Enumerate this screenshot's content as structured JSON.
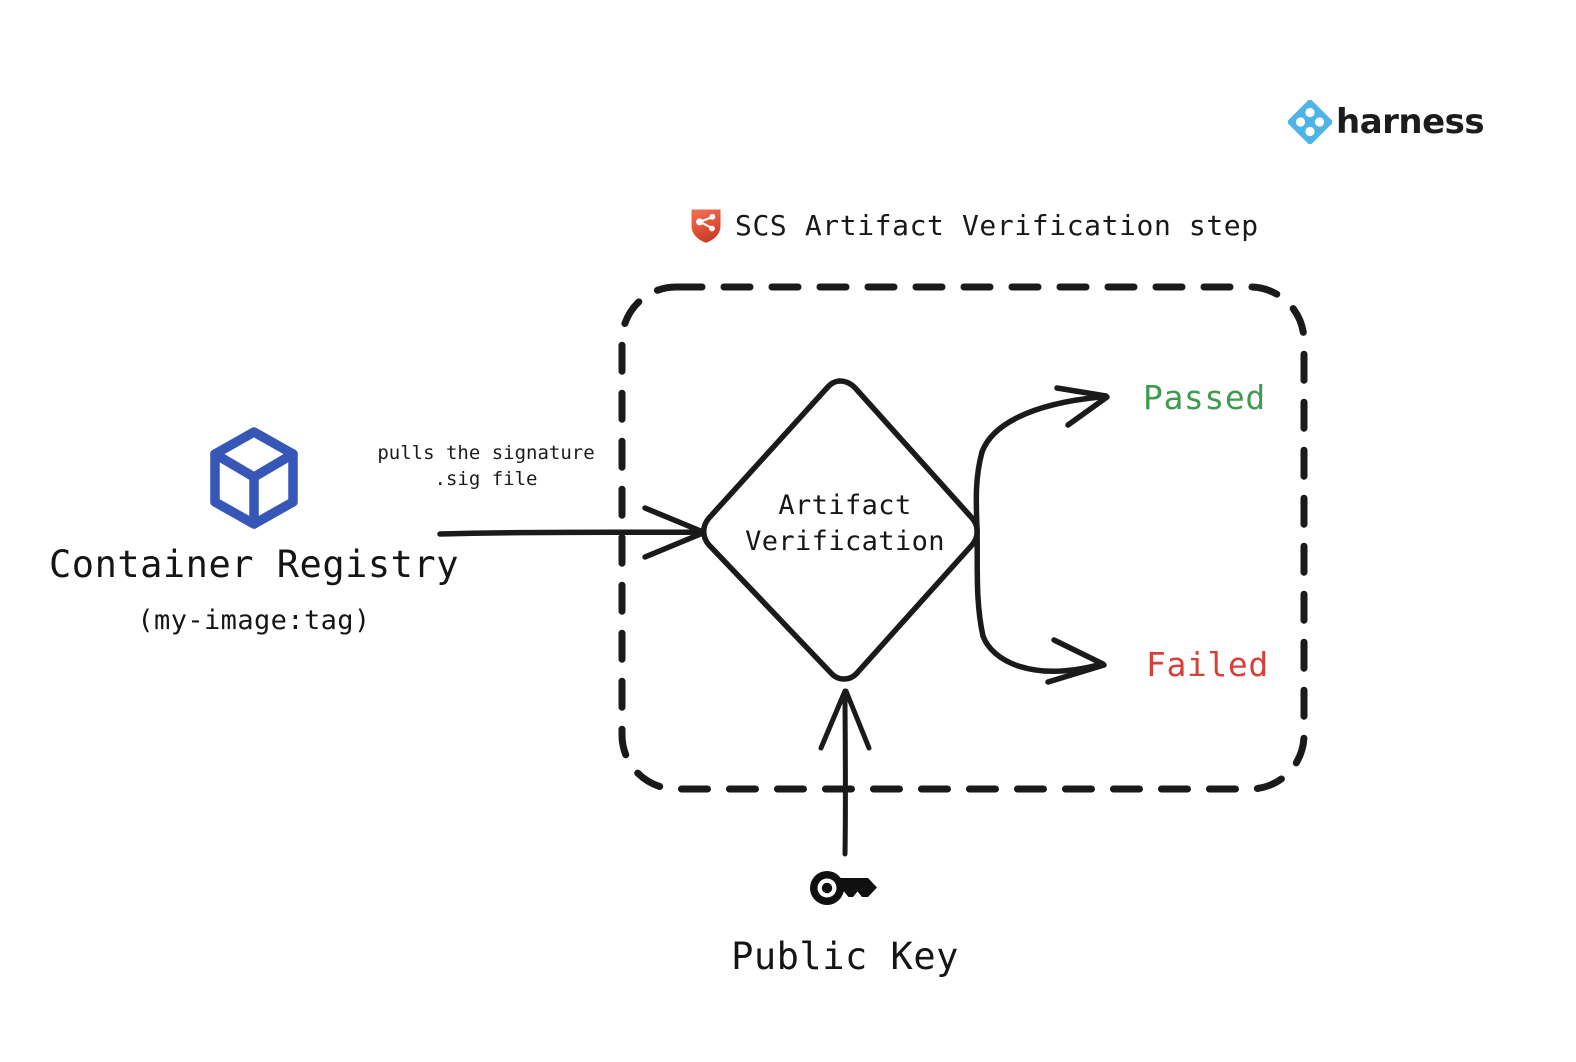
{
  "brand": {
    "name": "harness",
    "logo_icon": "harness-diamond-logo-icon",
    "accent_color": "#4db4e8"
  },
  "step": {
    "icon": "scs-shield-icon",
    "icon_color": "#e05a3f",
    "title": "SCS Artifact Verification step"
  },
  "nodes": {
    "registry": {
      "icon": "container-cube-icon",
      "icon_color": "#3656b8",
      "title": "Container Registry",
      "subtitle": "(my-image:tag)"
    },
    "process": {
      "label_line1": "Artifact",
      "label_line2": "Verification",
      "shape": "diamond"
    },
    "public_key": {
      "icon": "key-icon",
      "icon_color": "#101010",
      "title": "Public Key"
    }
  },
  "edges": {
    "pull": {
      "label_line1": "pulls the signature",
      "label_line2": ".sig file",
      "from": "registry",
      "to": "process"
    },
    "key_input": {
      "from": "public_key",
      "to": "process"
    }
  },
  "outcomes": [
    {
      "label": "Passed",
      "color": "#3e9b4f"
    },
    {
      "label": "Failed",
      "color": "#d6403a"
    }
  ]
}
